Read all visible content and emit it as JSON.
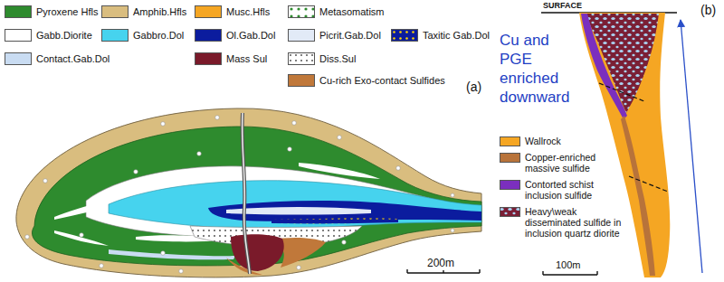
{
  "diagram": {
    "labels": [
      "(a)",
      "200m",
      "(b)",
      "SURFACE",
      "Cu and PGE enriched downward",
      "100m"
    ],
    "legend": [
      {
        "text": "Pyroxene Hfls",
        "color": "#2e8b2e"
      },
      {
        "text": "Amphib.Hfls",
        "color": "#d9bd7f"
      },
      {
        "text": "Musc.Hfls",
        "color": "#f5a623"
      },
      {
        "text": "Metasomatism"
      },
      {
        "text": "Gabb.Diorite",
        "color": "#ffffff"
      },
      {
        "text": "Gabbro.Dol",
        "color": "#46d3ee"
      },
      {
        "text": "Ol.Gab.Dol",
        "color": "#0b1c9e"
      },
      {
        "text": "Picrit.Gab.Dol",
        "color": "#e2eaf7"
      },
      {
        "text": "Taxitic Gab.Dol"
      },
      {
        "text": "Contact.Gab.Dol",
        "color": "#c9dcf2"
      },
      {
        "text": "Mass Sul",
        "color": "#7a1a2a"
      },
      {
        "text": "Diss.Sul"
      },
      {
        "text": "Cu-rich Exo-contact Sulfides",
        "color": "#c0783a"
      },
      {
        "text": "Wallrock",
        "color": "#f5a623"
      },
      {
        "text": "Copper-enriched massive sulfide",
        "color": "#b8733a"
      },
      {
        "text": "Contorted schist inclusion sulfide",
        "color": "#7b2fbe"
      },
      {
        "text": "Heavy\\weak disseminated sulfide in inclusion quartz diorite"
      }
    ]
  }
}
